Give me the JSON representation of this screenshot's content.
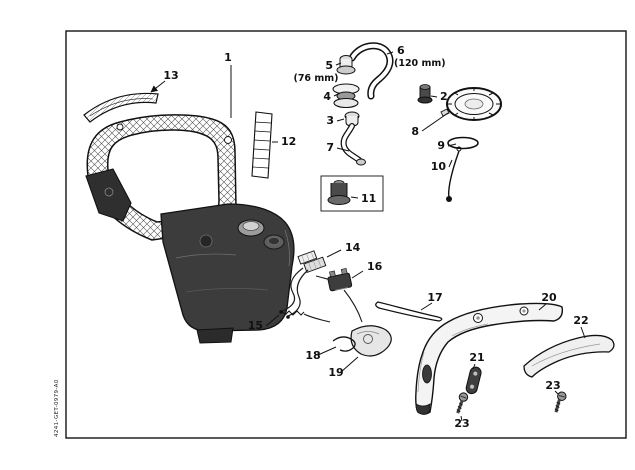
{
  "doc_code": "4241-GET-0979-A0",
  "callouts": {
    "c1": {
      "label": "1"
    },
    "c2": {
      "label": "2"
    },
    "c3": {
      "label": "3"
    },
    "c4": {
      "label": "4"
    },
    "c5": {
      "label": "5",
      "note": "(76 mm)"
    },
    "c6": {
      "label": "6",
      "note": "(120 mm)"
    },
    "c7": {
      "label": "7"
    },
    "c8": {
      "label": "8"
    },
    "c9": {
      "label": "9"
    },
    "c10": {
      "label": "10"
    },
    "c11": {
      "label": "11"
    },
    "c12": {
      "label": "12"
    },
    "c13": {
      "label": "13"
    },
    "c14": {
      "label": "14"
    },
    "c15": {
      "label": "15"
    },
    "c16": {
      "label": "16"
    },
    "c17": {
      "label": "17"
    },
    "c18": {
      "label": "18"
    },
    "c19": {
      "label": "19"
    },
    "c20": {
      "label": "20"
    },
    "c21": {
      "label": "21"
    },
    "c22": {
      "label": "22"
    },
    "c23a": {
      "label": "23"
    },
    "c23b": {
      "label": "23"
    }
  },
  "colors": {
    "line": "#111111",
    "background": "#ffffff",
    "dark_part": "#3c3c3c",
    "light_part": "#f4f4f4"
  }
}
